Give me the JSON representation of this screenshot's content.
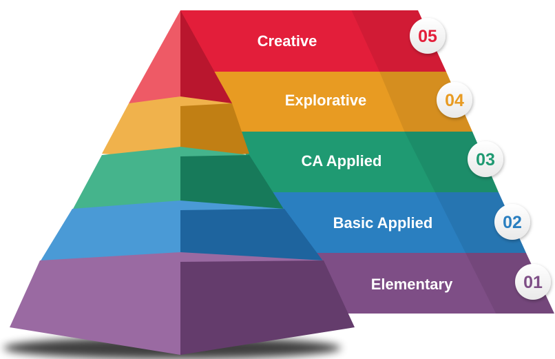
{
  "levels": [
    {
      "number": "05",
      "label": "Creative",
      "color": "#E31E3A",
      "dark": "#B9162E",
      "light": "#EE5A66"
    },
    {
      "number": "04",
      "label": "Explorative",
      "color": "#E89B22",
      "dark": "#C17F14",
      "light": "#F0B24C"
    },
    {
      "number": "03",
      "label": "CA Applied",
      "color": "#1F9A72",
      "dark": "#177A5A",
      "light": "#45B48C"
    },
    {
      "number": "02",
      "label": "Basic Applied",
      "color": "#2A7FC0",
      "dark": "#1E649E",
      "light": "#4A9AD6"
    },
    {
      "number": "01",
      "label": "Elementary",
      "color": "#7E4E86",
      "dark": "#643C6C",
      "light": "#9A6AA2"
    }
  ]
}
